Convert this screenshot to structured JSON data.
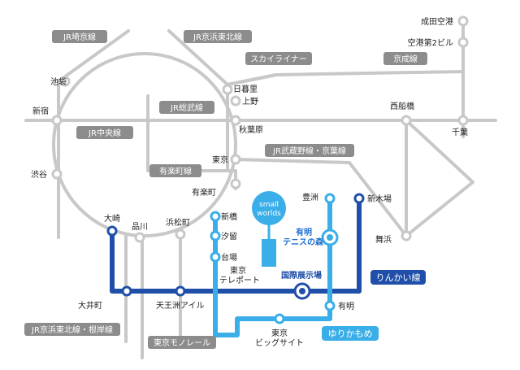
{
  "colors": {
    "gray_line": "#c8c8c8",
    "label_gray": "#8c8c8c",
    "rinkai": "#1f4fa8",
    "yurikamome": "#3aaee8",
    "accent_text": "#1f6fd0"
  },
  "line_labels": {
    "saikyo": "JR埼京線",
    "keihin_north": "JR京浜東北線",
    "skyliner": "スカイライナー",
    "keisei": "京成線",
    "sobu": "JR総武線",
    "chuo": "JR中央線",
    "musashino_keiyo": "JR武蔵野線・京葉線",
    "yurakucho": "有楽町線",
    "rinkai": "りんかい線",
    "yurikamome": "ゆりかもめ",
    "keihin_negishi": "JR京浜東北線・根岸線",
    "monorail": "東京モノレール"
  },
  "stations": {
    "narita": "成田空港",
    "terminal2": "空港第2ビル",
    "ikebukuro": "池袋",
    "nippori": "日暮里",
    "ueno": "上野",
    "funabashi": "西船橋",
    "shinjuku": "新宿",
    "akihabara": "秋葉原",
    "chiba": "千葉",
    "tokyo": "東京",
    "shibuya": "渋谷",
    "yurakucho": "有楽町",
    "toyosu": "豊洲",
    "shinkiba": "新木場",
    "osaki": "大崎",
    "shinagawa": "品川",
    "hamamatsucho": "浜松町",
    "shinbashi": "新橋",
    "shiodome": "汐留",
    "maihama": "舞浜",
    "daiba": "台場",
    "teleport_1": "東京",
    "teleport_2": "テレポート",
    "kokusai_tenjijo": "国際展示場",
    "ariake_tennis_1": "有明",
    "ariake_tennis_2": "テニスの森",
    "oimachi": "大井町",
    "tennozu": "天王洲アイル",
    "ariake": "有明",
    "bigsight_1": "東京",
    "bigsight_2": "ビッグサイト"
  },
  "logo": {
    "line1": "small",
    "line2": "worlds",
    "icon": "small-worlds-logo-icon"
  }
}
